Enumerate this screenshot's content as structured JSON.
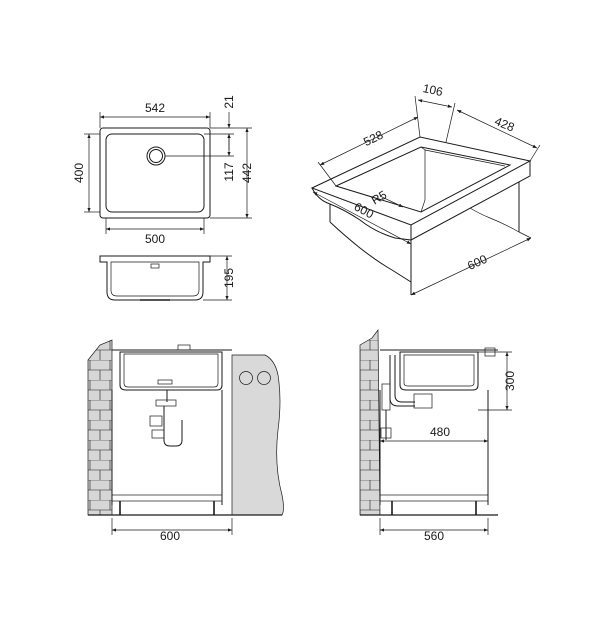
{
  "top_view": {
    "width_outer": "542",
    "rim": "21",
    "height_outer": "400",
    "drain_offset": "117",
    "height_total": "442",
    "width_inner": "500"
  },
  "side_view": {
    "depth": "195"
  },
  "isometric": {
    "top_small": "106",
    "length": "528",
    "depth": "428",
    "radius": "R5",
    "front_width": "600",
    "side_width": "600"
  },
  "front_install": {
    "cabinet_width": "600"
  },
  "side_install": {
    "height": "300",
    "drain_distance": "480",
    "cabinet_depth": "560"
  }
}
